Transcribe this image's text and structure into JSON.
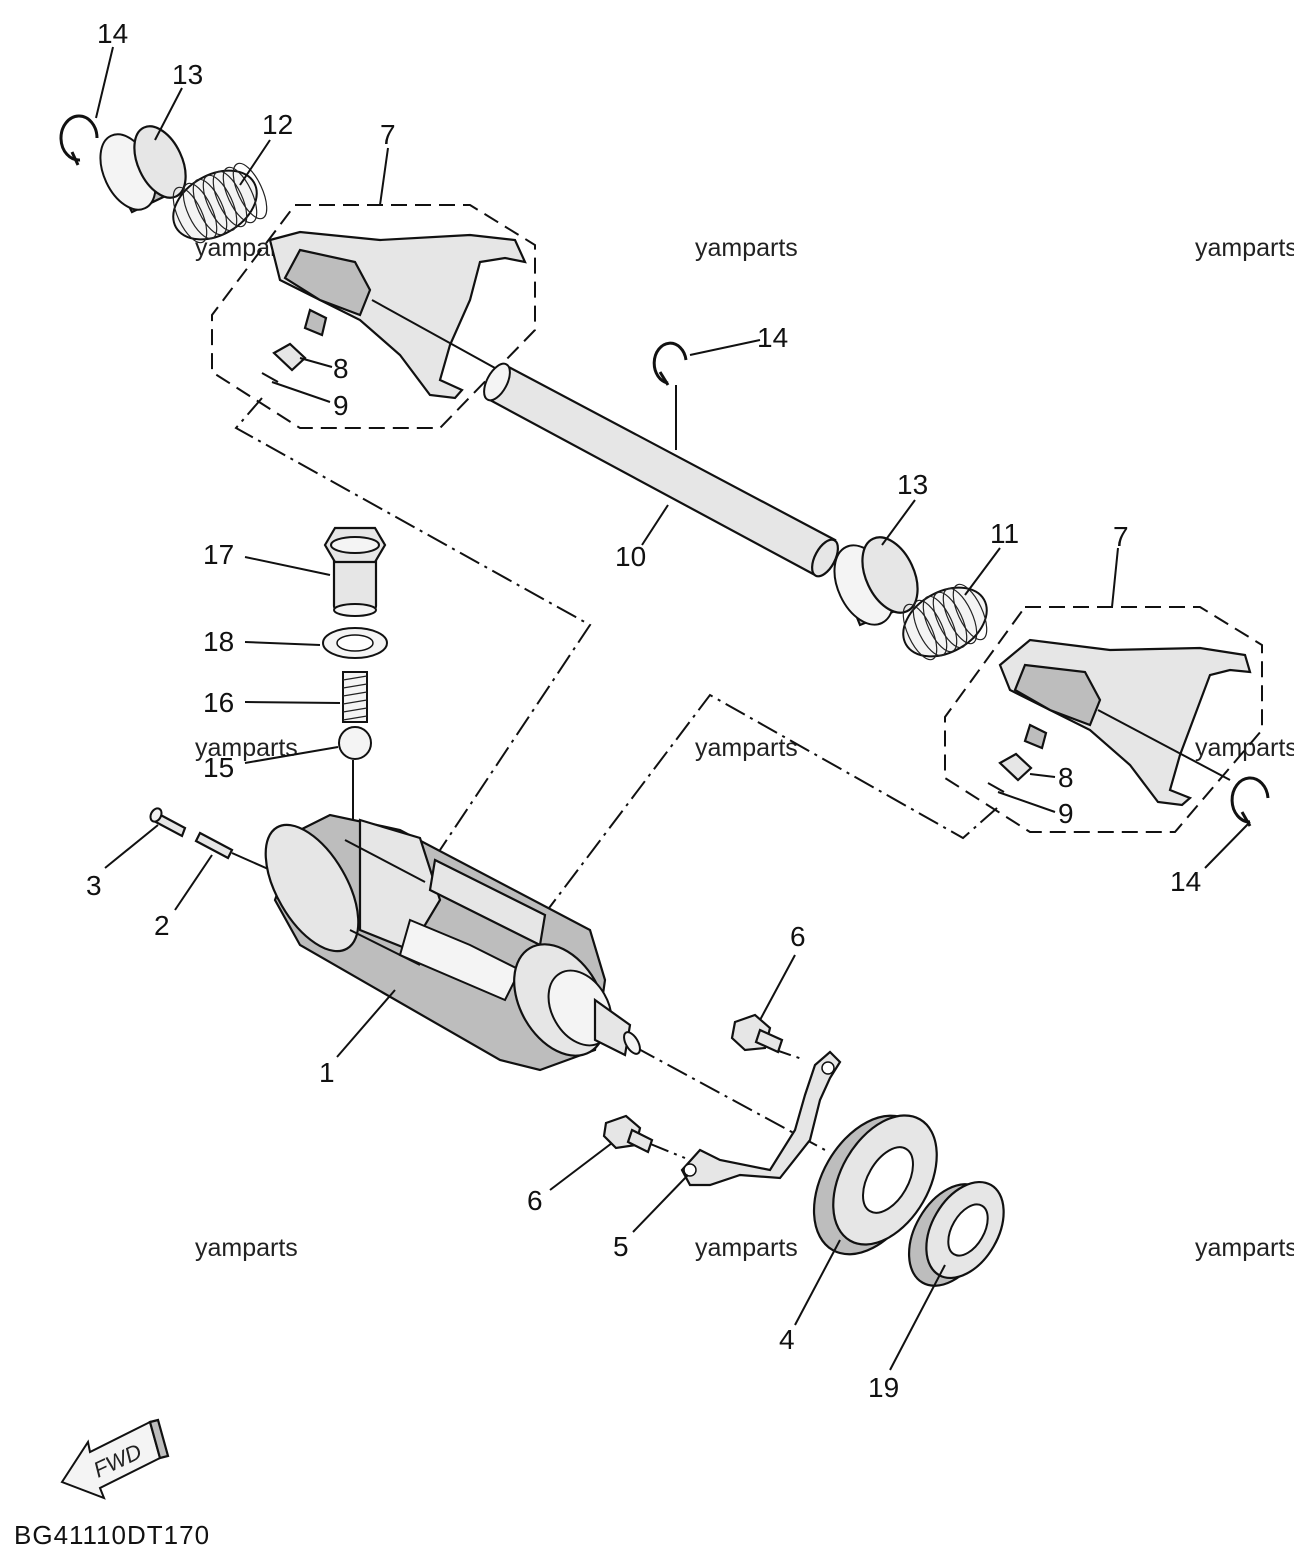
{
  "diagram": {
    "drawing_code": "BG41110DT170",
    "fwd_label": "FWD",
    "watermark": "yamparts",
    "callouts": {
      "c14a": "14",
      "c13a": "13",
      "c12": "12",
      "c7a": "7",
      "c8a": "8",
      "c9a": "9",
      "c14b": "14",
      "c10": "10",
      "c13b": "13",
      "c11": "11",
      "c7b": "7",
      "c17": "17",
      "c18": "18",
      "c16": "16",
      "c15": "15",
      "c8b": "8",
      "c9b": "9",
      "c14c": "14",
      "c3": "3",
      "c2": "2",
      "c6a": "6",
      "c1": "1",
      "c6b": "6",
      "c5": "5",
      "c4": "4",
      "c19": "19"
    }
  }
}
